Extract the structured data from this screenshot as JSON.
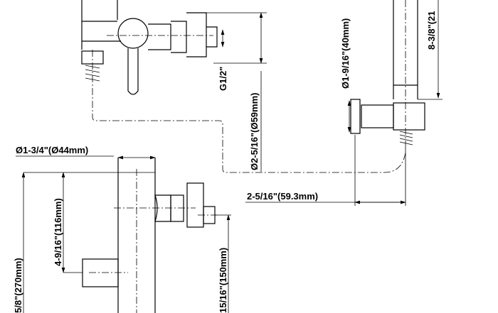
{
  "labels": {
    "outer_diameter": "Ø2-5/16\"(Ø59mm)",
    "thread": "G1/2\"",
    "holder_diameter": "Ø1-9/16\"(40mm)",
    "holder_height": "8-3/8\"(21",
    "holder_offset": "2-5/16\"(59.3mm)",
    "body_diameter": "Ø1-3/4\"(Ø44mm)",
    "lever_height": "4-9/16\"(116mm)",
    "total_height": "5/8\"(270mm)",
    "outlet_height": "15/16\"(150mm)"
  }
}
